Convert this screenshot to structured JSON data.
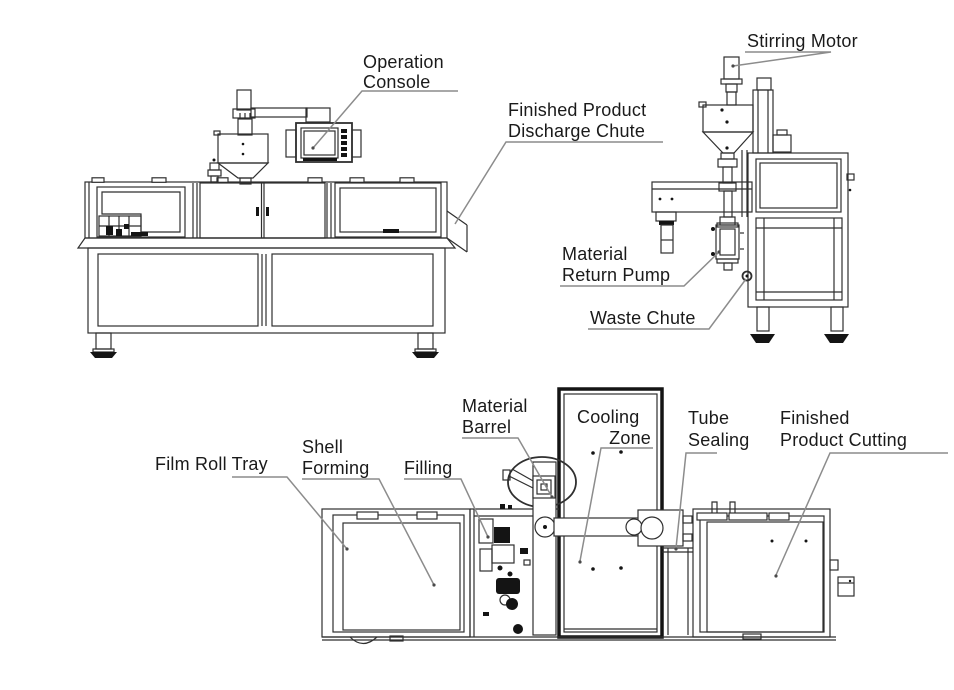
{
  "diagram": {
    "colors": {
      "line": "#2f2f2f",
      "dark": "#141414",
      "leader": "#8c8c8c",
      "text": "#1a1a1a",
      "background": "#ffffff"
    },
    "labels": {
      "operation_console": [
        "Operation",
        "Console"
      ],
      "finished_product_discharge_chute": [
        "Finished Product",
        "Discharge Chute"
      ],
      "stirring_motor": [
        "Stirring Motor"
      ],
      "material_return_pump": [
        "Material",
        "Return Pump"
      ],
      "waste_chute": [
        "Waste Chute"
      ],
      "film_roll_tray": [
        "Film Roll Tray"
      ],
      "shell_forming": [
        "Shell",
        "Forming"
      ],
      "filling": [
        "Filling"
      ],
      "material_barrel": [
        "Material",
        "Barrel"
      ],
      "cooling_zone": [
        "Cooling",
        "Zone"
      ],
      "tube_sealing": [
        "Tube",
        "Sealing"
      ],
      "finished_product_cutting": [
        "Finished",
        "Product Cutting"
      ]
    }
  }
}
